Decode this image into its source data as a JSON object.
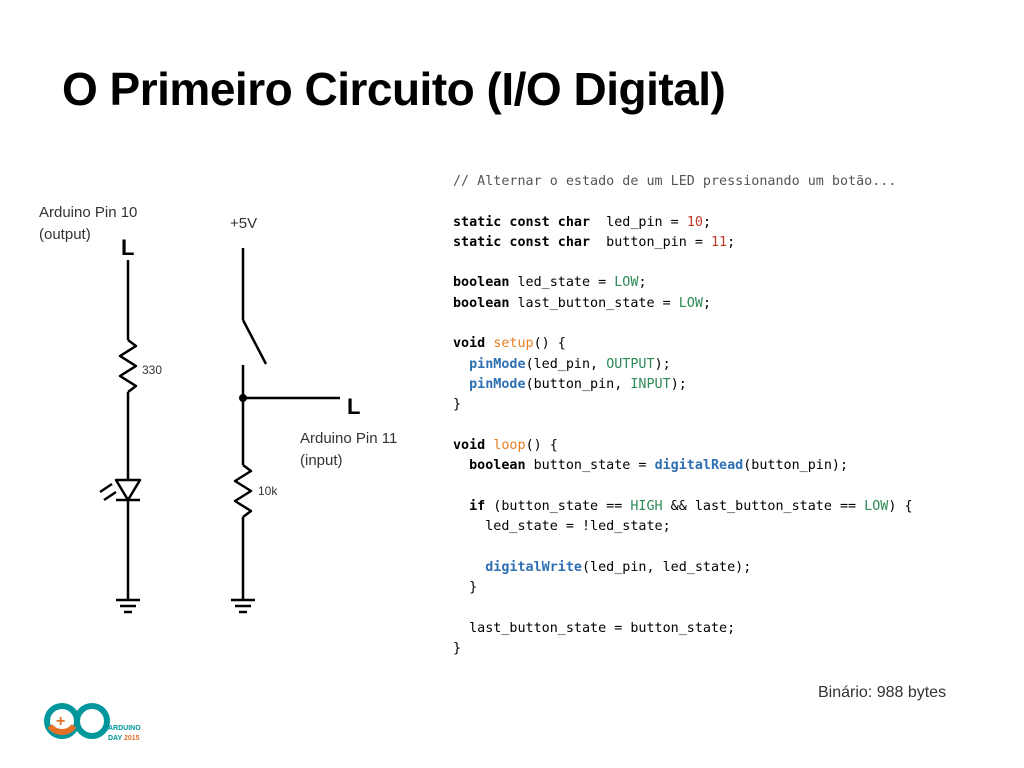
{
  "title": "O Primeiro Circuito (I/O Digital)",
  "schematic": {
    "pin10_line1": "Arduino Pin 10",
    "pin10_line2": "(output)",
    "pin10_level": "L",
    "supply": "+5V",
    "resistor1": "330",
    "pin11_level": "L",
    "pin11_line1": "Arduino Pin 11",
    "pin11_line2": "(input)",
    "resistor2": "10k"
  },
  "code_lines": [
    [
      [
        "comment",
        "// Alternar o estado de um LED pressionando um botão..."
      ]
    ],
    [],
    [
      [
        "kw",
        "static const char"
      ],
      [
        "",
        "  led_pin = "
      ],
      [
        "num",
        "10"
      ],
      [
        "",
        ";"
      ]
    ],
    [
      [
        "kw",
        "static const char"
      ],
      [
        "",
        "  button_pin = "
      ],
      [
        "num",
        "11"
      ],
      [
        "",
        ";"
      ]
    ],
    [],
    [
      [
        "kw",
        "boolean"
      ],
      [
        "",
        " led_state = "
      ],
      [
        "const",
        "LOW"
      ],
      [
        "",
        ";"
      ]
    ],
    [
      [
        "kw",
        "boolean"
      ],
      [
        "",
        " last_button_state = "
      ],
      [
        "const",
        "LOW"
      ],
      [
        "",
        ";"
      ]
    ],
    [],
    [
      [
        "kw",
        "void"
      ],
      [
        "",
        " "
      ],
      [
        "fn",
        "setup"
      ],
      [
        "",
        "() {"
      ]
    ],
    [
      [
        "",
        "  "
      ],
      [
        "builtin",
        "pinMode"
      ],
      [
        "",
        "(led_pin, "
      ],
      [
        "const",
        "OUTPUT"
      ],
      [
        "",
        ");"
      ]
    ],
    [
      [
        "",
        "  "
      ],
      [
        "builtin",
        "pinMode"
      ],
      [
        "",
        "(button_pin, "
      ],
      [
        "const",
        "INPUT"
      ],
      [
        "",
        ");"
      ]
    ],
    [
      [
        "",
        "}"
      ]
    ],
    [],
    [
      [
        "kw",
        "void"
      ],
      [
        "",
        " "
      ],
      [
        "fn",
        "loop"
      ],
      [
        "",
        "() {"
      ]
    ],
    [
      [
        "",
        "  "
      ],
      [
        "kw",
        "boolean"
      ],
      [
        "",
        " button_state = "
      ],
      [
        "builtin",
        "digitalRead"
      ],
      [
        "",
        "(button_pin);"
      ]
    ],
    [],
    [
      [
        "",
        "  "
      ],
      [
        "kw",
        "if"
      ],
      [
        "",
        " (button_state == "
      ],
      [
        "const",
        "HIGH"
      ],
      [
        "",
        " && last_button_state == "
      ],
      [
        "const",
        "LOW"
      ],
      [
        "",
        ") {"
      ]
    ],
    [
      [
        "",
        "    led_state = !led_state;"
      ]
    ],
    [],
    [
      [
        "",
        "    "
      ],
      [
        "builtin",
        "digitalWrite"
      ],
      [
        "",
        "(led_pin, led_state);"
      ]
    ],
    [
      [
        "",
        "  }"
      ]
    ],
    [],
    [
      [
        "",
        "  last_button_state = button_state;"
      ]
    ],
    [
      [
        "",
        "}"
      ]
    ]
  ],
  "footer": {
    "binary_size": "Binário: 988 bytes"
  },
  "logo": {
    "line1": "ARDUINO",
    "line2": "DAY",
    "year": "2015"
  },
  "colors": {
    "logo_teal": "#00979c",
    "logo_orange": "#e47128",
    "code_number": "#c0392b",
    "code_constant": "#2e8b57",
    "code_function": "#e67e22",
    "code_builtin": "#2f6fb3"
  }
}
